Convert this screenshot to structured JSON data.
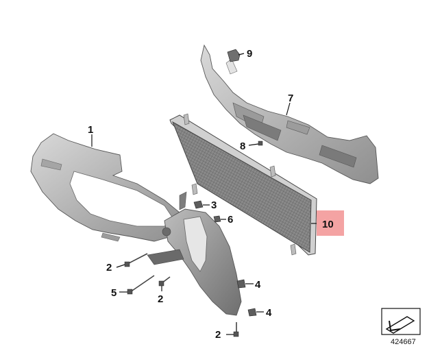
{
  "diagram": {
    "callouts": [
      {
        "id": "1",
        "label": "1"
      },
      {
        "id": "2a",
        "label": "2"
      },
      {
        "id": "2b",
        "label": "2"
      },
      {
        "id": "2c",
        "label": "2"
      },
      {
        "id": "3",
        "label": "3"
      },
      {
        "id": "4a",
        "label": "4"
      },
      {
        "id": "4b",
        "label": "4"
      },
      {
        "id": "5",
        "label": "5"
      },
      {
        "id": "6",
        "label": "6"
      },
      {
        "id": "7",
        "label": "7"
      },
      {
        "id": "8",
        "label": "8"
      },
      {
        "id": "9",
        "label": "9"
      },
      {
        "id": "10",
        "label": "10",
        "highlighted": true
      }
    ],
    "highlight_color": "#f4a3a3",
    "diagram_number": "424667",
    "corner_icon": "view-direction-arrow-icon"
  }
}
